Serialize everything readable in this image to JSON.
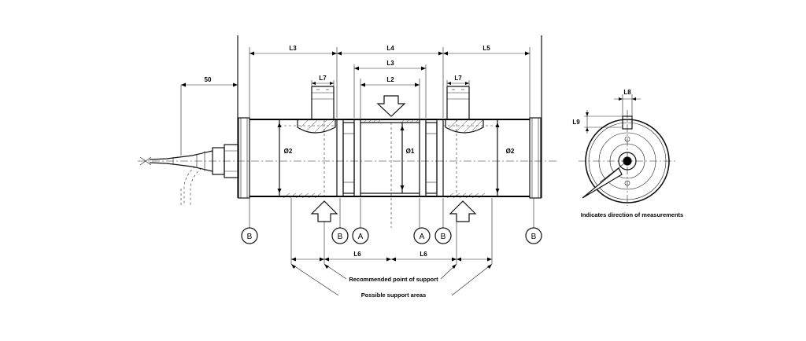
{
  "dimensions": {
    "d50": "50",
    "l3_left": "L3",
    "l4": "L4",
    "l5": "L5",
    "l3_mid": "L3",
    "l2": "L2",
    "l7_left": "L7",
    "l7_right": "L7",
    "l6_left": "L6",
    "l6_right": "L6",
    "l8": "L8",
    "l9": "L9",
    "dia2_left": "Ø2",
    "dia1": "Ø1",
    "dia2_right": "Ø2"
  },
  "markers": {
    "b1": "B",
    "b2": "B",
    "a1": "A",
    "a2": "A",
    "b3": "B",
    "b4": "B"
  },
  "annotations": {
    "recommended_support": "Recommended point of support",
    "possible_support": "Possible support areas",
    "direction_note": "Indicates direction of measurements"
  }
}
